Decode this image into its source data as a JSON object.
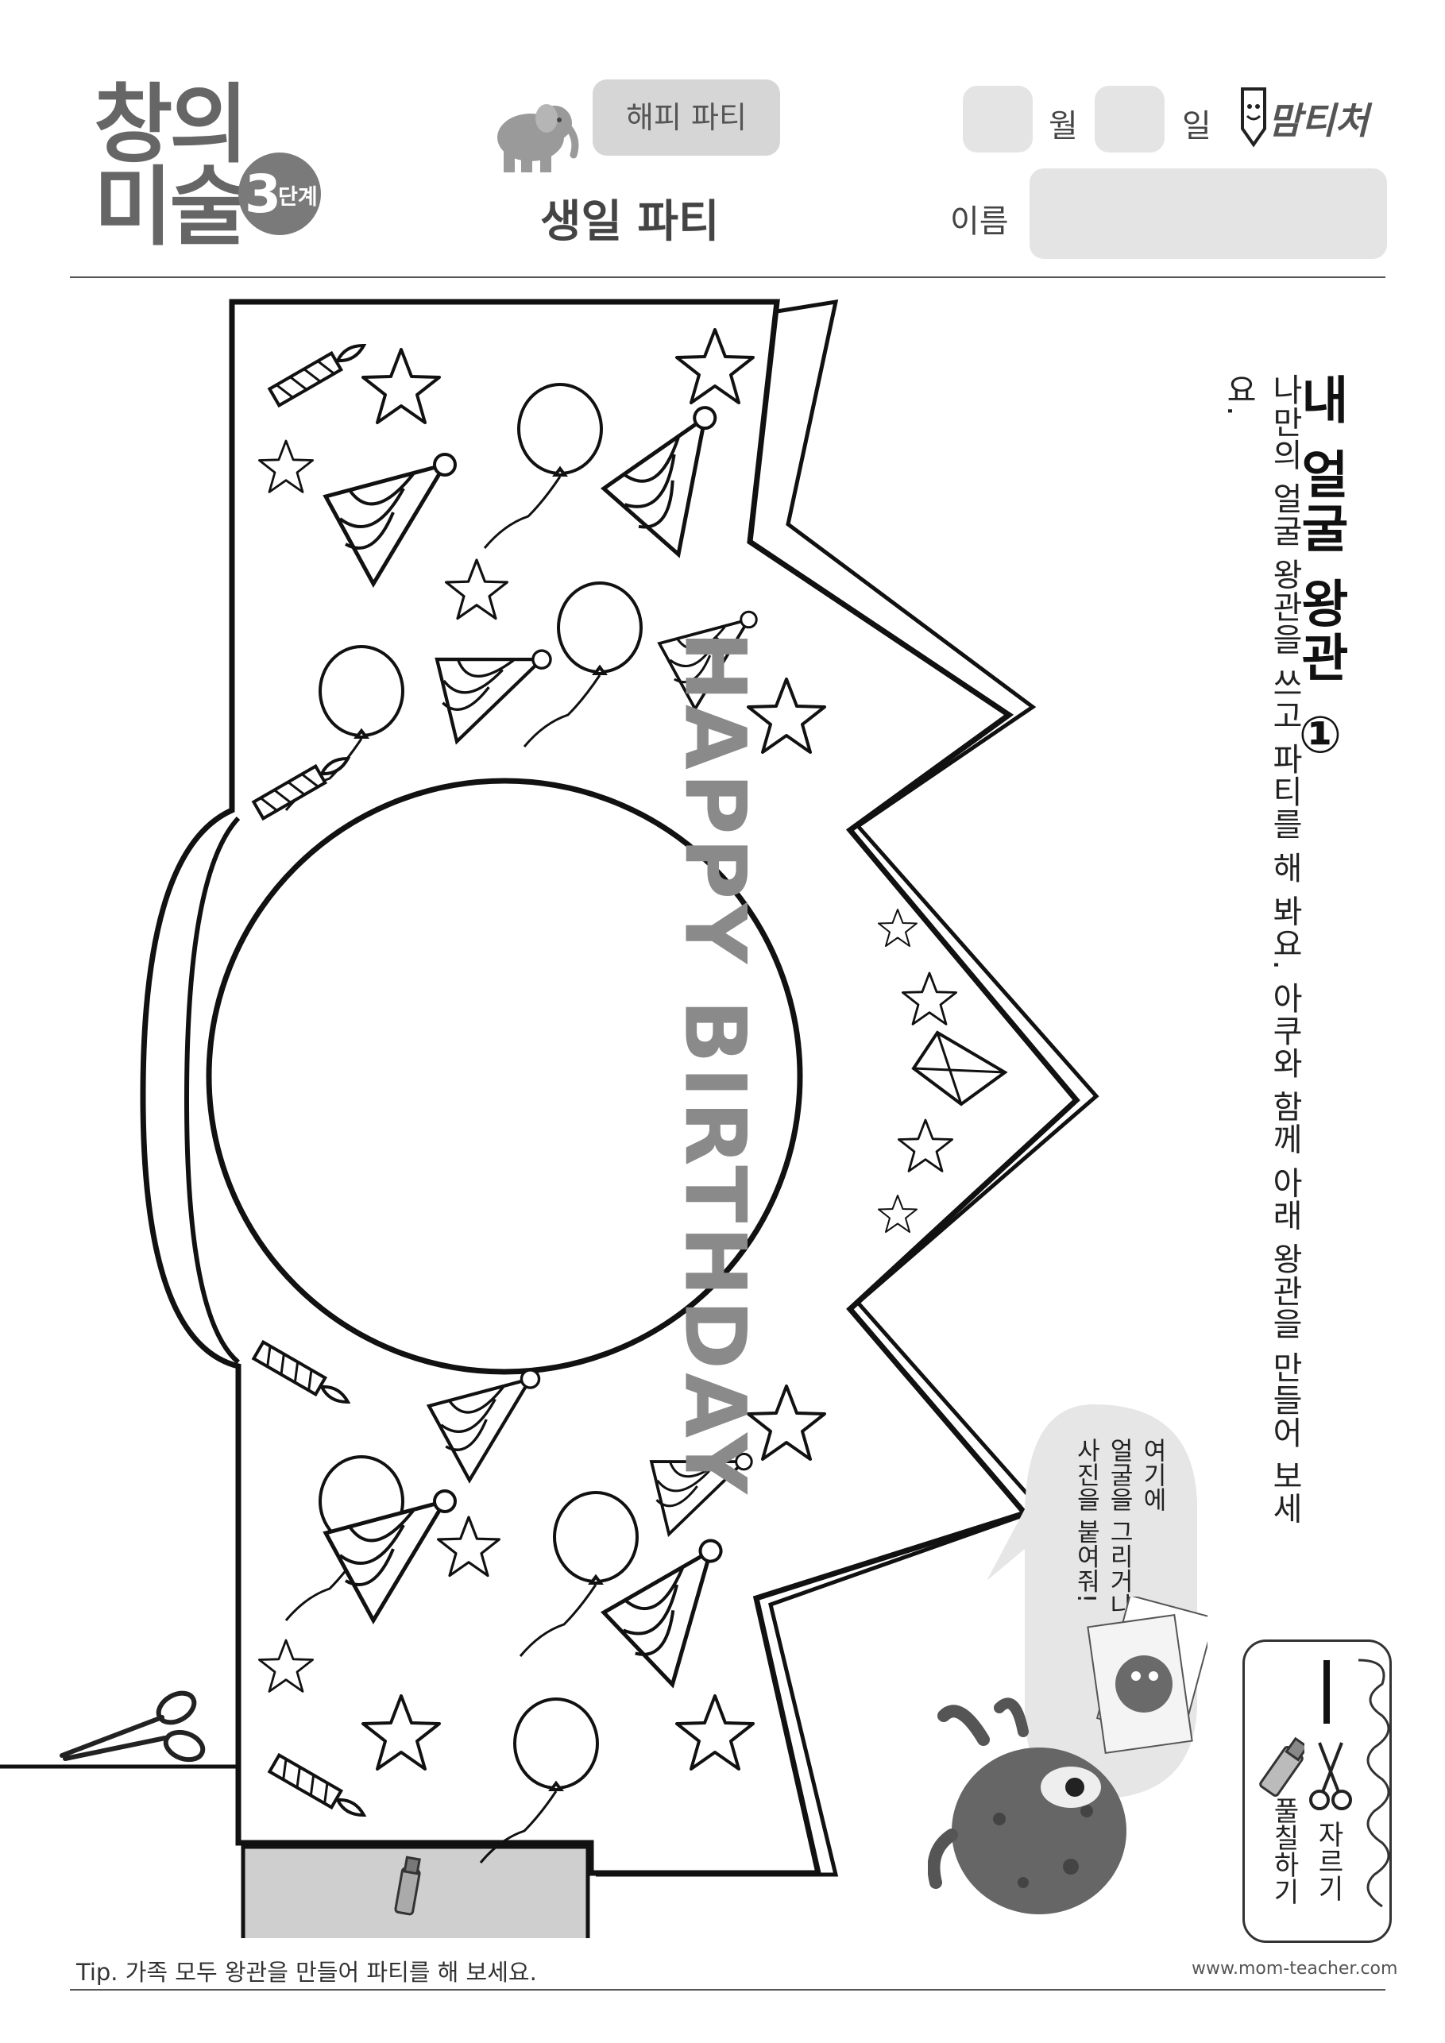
{
  "header": {
    "logo_line1": "창의",
    "logo_line2": "미술",
    "level_num": "3",
    "level_label": "단계",
    "theme_pill": "해피 파티",
    "subject": "생일 파티",
    "month_label": "월",
    "day_label": "일",
    "brand": "맘티처",
    "name_label": "이름"
  },
  "activity": {
    "title": "내 얼굴 왕관 ①",
    "description": "나만의 얼굴 왕관을 쓰고 파티를 해 봐요. 아쿠와 함께 아래 왕관을 만들어 보세요."
  },
  "crown": {
    "banner": "HAPPY BIRTHDAY"
  },
  "bubble": {
    "line1": "여기에",
    "line2": "얼굴을 그리거나",
    "line3": "사진을 붙여줘!"
  },
  "legend": {
    "cut": "자르기",
    "glue": "풀칠하기"
  },
  "footer": {
    "tip": "Tip. 가족 모두 왕관을 만들어 파티를 해 보세요.",
    "url": "www.mom-teacher.com"
  },
  "colors": {
    "dark_gray": "#666666",
    "light_gray": "#d6d6d6",
    "glue_tab": "#cfcfcf"
  }
}
